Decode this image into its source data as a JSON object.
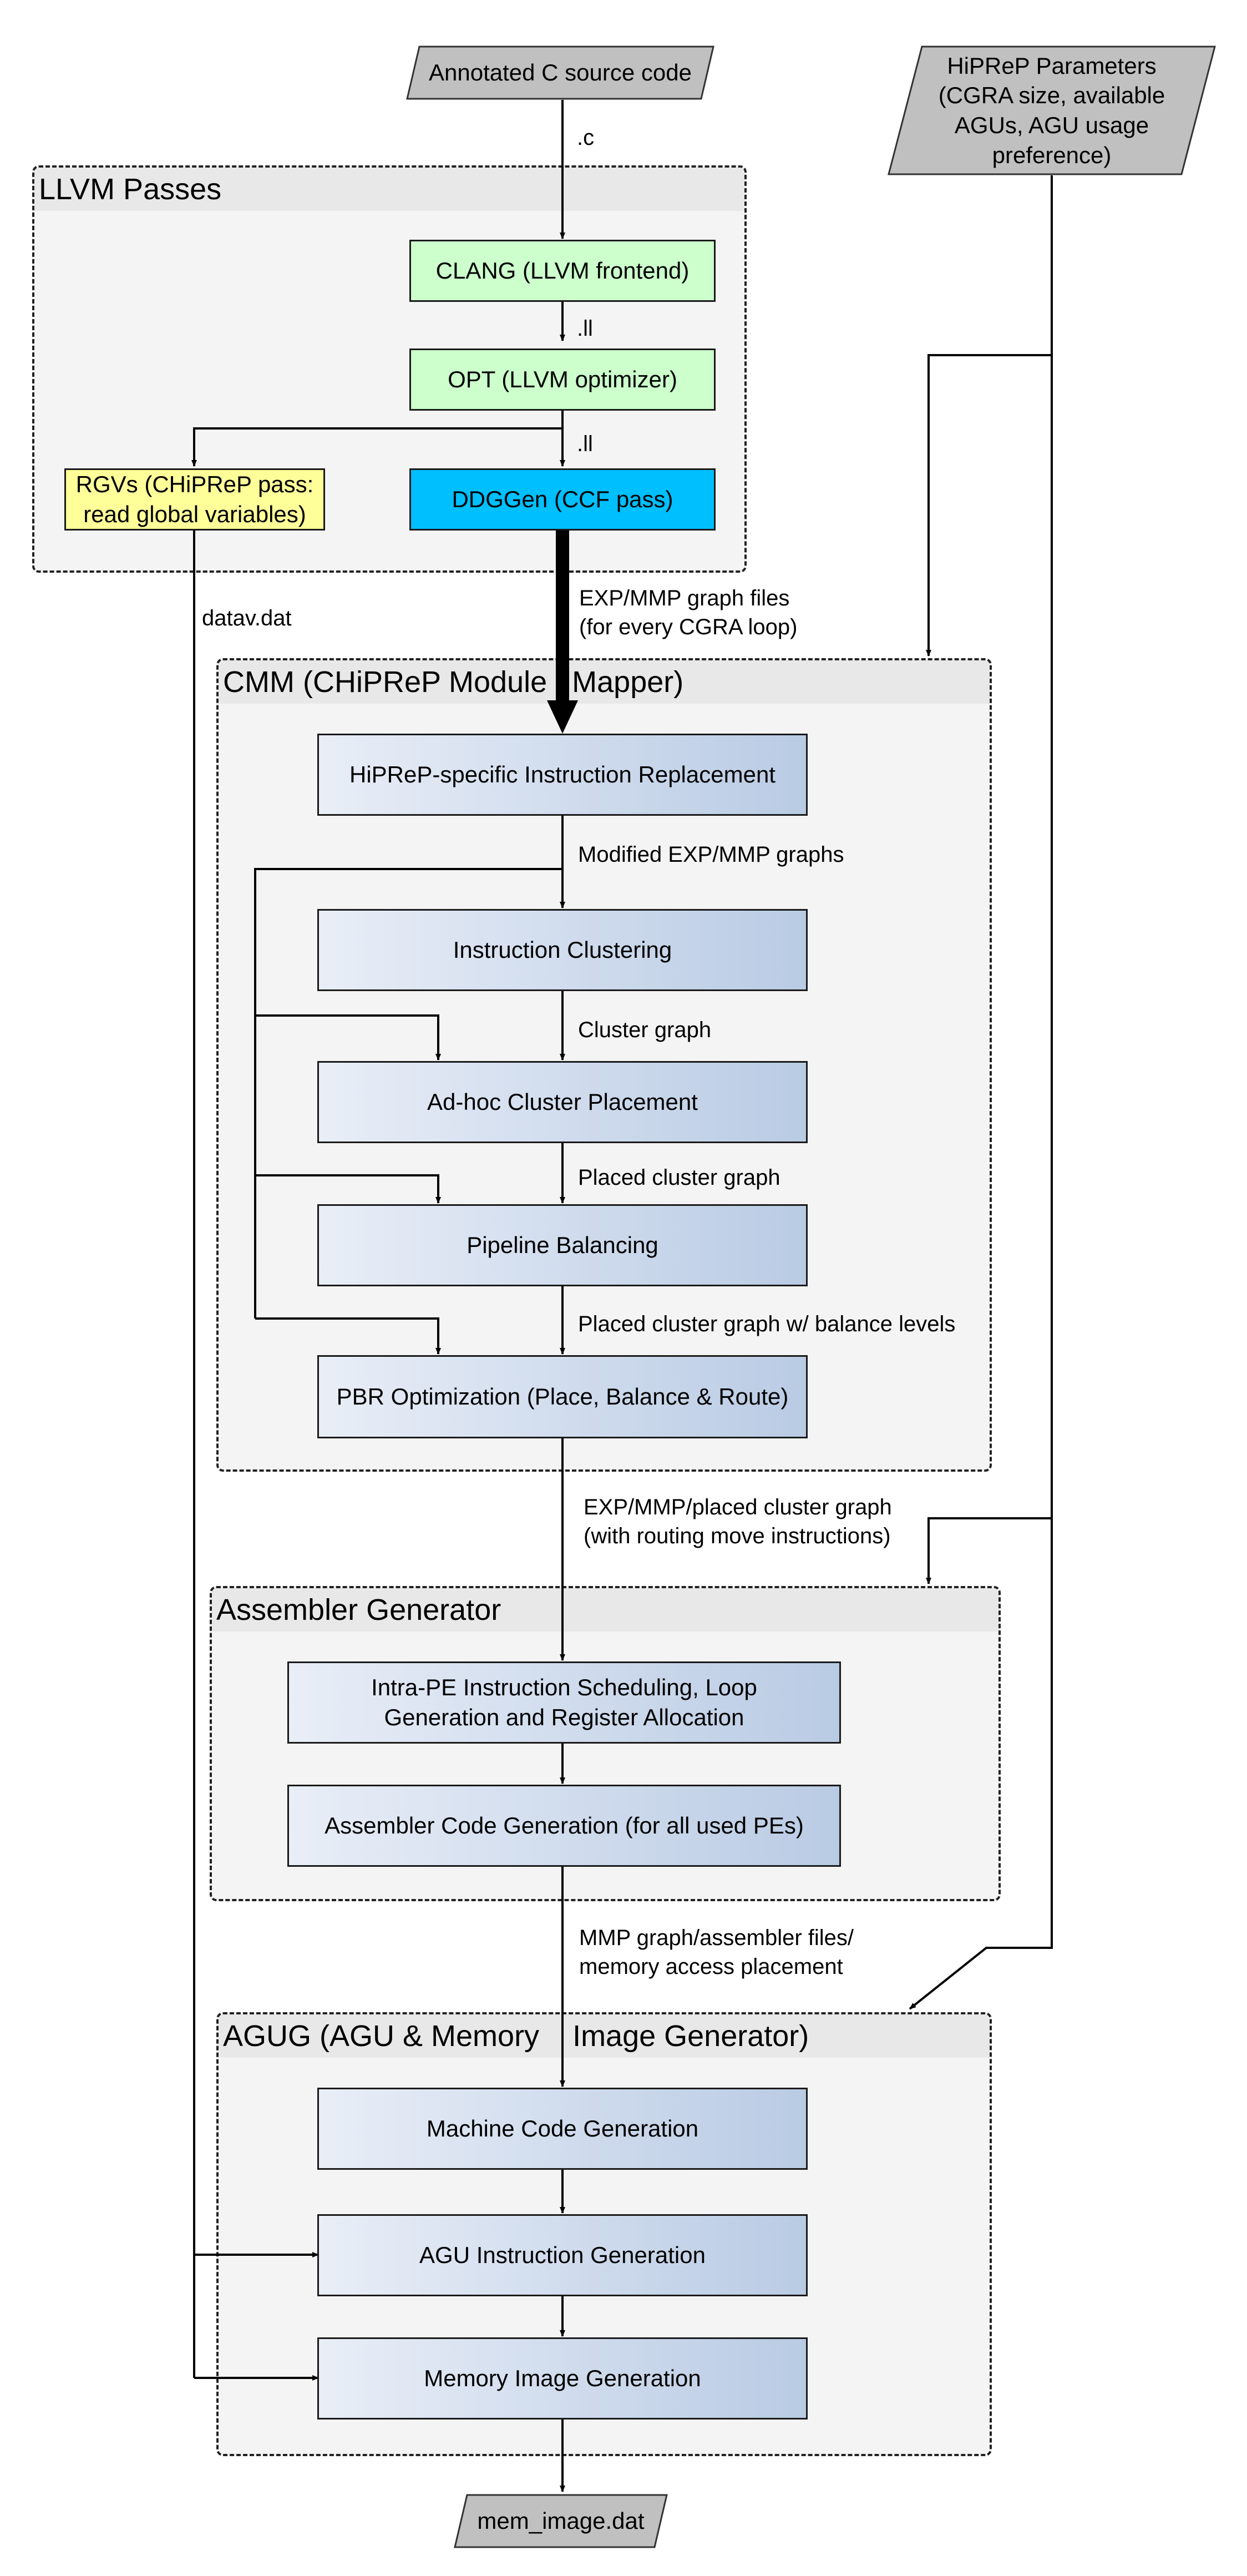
{
  "inputs": {
    "source": "Annotated C source code",
    "params_lines": [
      "HiPReP Parameters",
      "(CGRA size, available",
      "AGUs, AGU usage",
      "preference)"
    ]
  },
  "output": "mem_image.dat",
  "groups": {
    "llvm": "LLVM Passes",
    "cmm": "CMM (CHiPReP Module   Mapper)",
    "asm": "Assembler Generator",
    "agug": "AGUG (AGU & Memory    Image Generator)"
  },
  "llvm_nodes": {
    "clang": "CLANG (LLVM frontend)",
    "opt": "OPT (LLVM optimizer)",
    "ddggen": "DDGGen (CCF pass)",
    "rgvs_lines": [
      "RGVs (CHiPReP pass:",
      "read global variables)"
    ]
  },
  "cmm_nodes": {
    "replace": "HiPReP-specific Instruction Replacement",
    "cluster": "Instruction Clustering",
    "placement": "Ad-hoc Cluster Placement",
    "balancing": "Pipeline Balancing",
    "pbr": "PBR Optimization (Place, Balance & Route)"
  },
  "asm_nodes": {
    "sched_lines": [
      "Intra-PE Instruction Scheduling, Loop",
      "Generation and Register Allocation"
    ],
    "codegen": "Assembler Code Generation (for all used PEs)"
  },
  "agug_nodes": {
    "machine": "Machine Code Generation",
    "agu": "AGU Instruction Generation",
    "memimg": "Memory Image Generation"
  },
  "edge_labels": {
    "c": ".c",
    "ll1": ".ll",
    "ll2": ".ll",
    "datav": "datav.dat",
    "exp_lines": [
      "EXP/MMP graph files",
      "(for every CGRA loop)"
    ],
    "modified": "Modified EXP/MMP graphs",
    "cluster_graph": "Cluster graph",
    "placed": "Placed cluster graph",
    "placed_bal": "Placed cluster graph w/ balance levels",
    "exp_placed_lines": [
      "EXP/MMP/placed cluster graph",
      "(with routing move instructions)"
    ],
    "mmp_lines": [
      "MMP graph/assembler files/",
      "memory access placement"
    ]
  },
  "colors": {
    "green": "#ccffcc",
    "cyan": "#00bfff",
    "yellow": "#ffff99",
    "blue_start": "#e9eef7",
    "blue_end": "#b9cbe4",
    "io_gray": "#c0c0c0"
  }
}
